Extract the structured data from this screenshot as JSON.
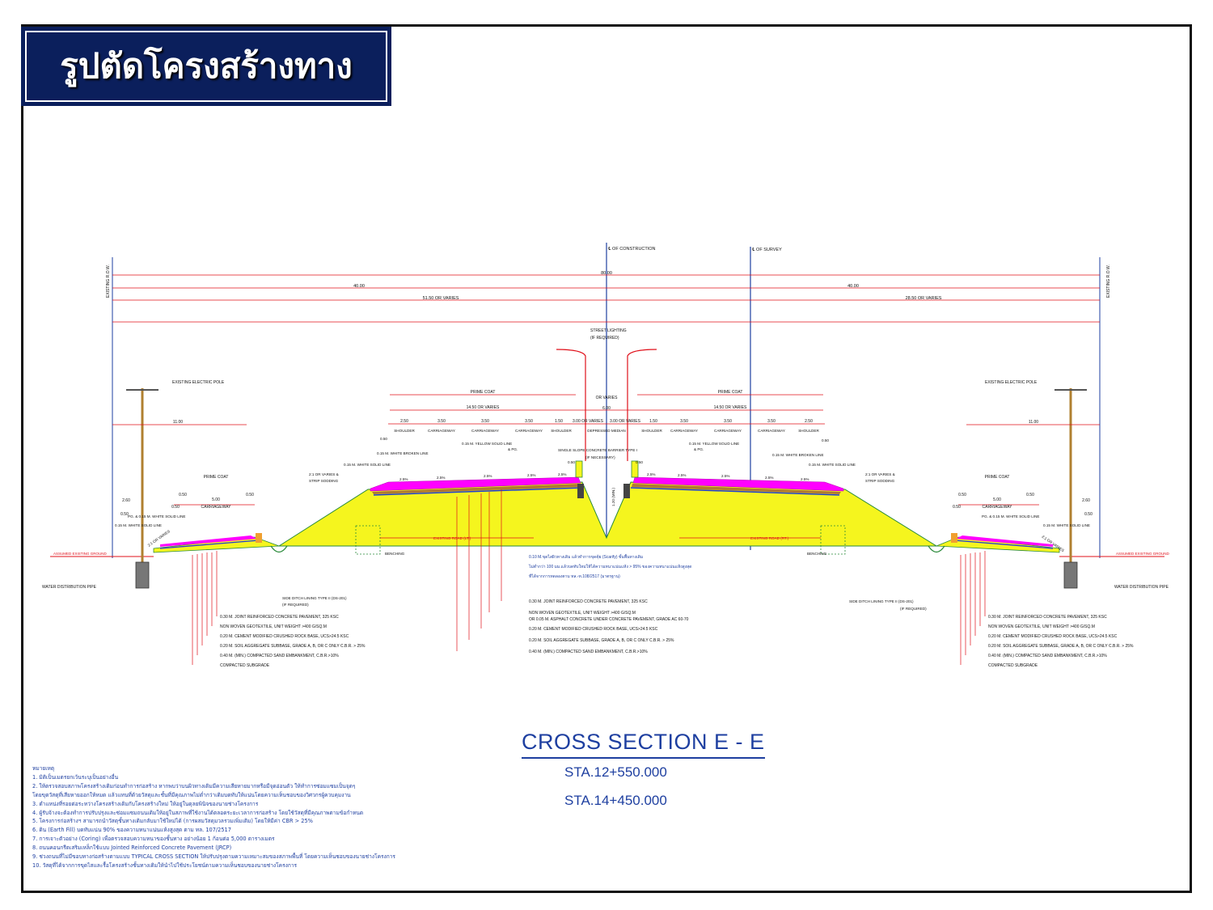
{
  "title": "รูปตัดโครงสร้างทาง",
  "section": {
    "name": "CROSS SECTION E - E",
    "stations": [
      "STA.12+550.000",
      "STA.14+450.000"
    ]
  },
  "centerlines": {
    "construction": "℄ OF CONSTRUCTION",
    "survey": "℄ OF SURVEY"
  },
  "row_label": "EXISTING R.O.W.",
  "dimensions": {
    "total": "80.00",
    "left_half": "40.00",
    "right_half": "40.00",
    "left_varies": "51.50 OR VARIES",
    "right_varies": "28.50 OR VARIES",
    "frontage": "11.00",
    "fr_carriageway": "5.00",
    "fr_shoulder": "0.50",
    "fr_edge": "2.60",
    "main_width": "14.50 OR VARIES",
    "median": "6.00",
    "median_half": "3.00 OR VARIES",
    "or_varies": "OR VARIES",
    "lane": "3.50",
    "shoulder": "2.50",
    "inner_shoulder": "1.50",
    "offset": "0.50",
    "median_depth": "1.20 (MIN.)"
  },
  "labels": {
    "prime_coat": "PRIME COAT",
    "shoulder": "SHOULDER",
    "carriageway": "CARRIAGEWAY",
    "depressed_median": "DEPRESSED MEDIAN",
    "street_lighting": "STREET LIGHTING",
    "if_required": "(IF REQUIRED)",
    "barrier": "SINGLE SLOPE CONCRETE BARRIER TYPE I",
    "if_necessary": "(IF NECESSARY)",
    "yellow_line": "0.15 M. YELLOW SOLID LINE",
    "pg": "& PG.",
    "white_broken": "0.15 M. WHITE BROKEN LINE",
    "white_solid": "0.15 M. WHITE SOLID LINE",
    "sodding": "2:1 OR VARIES &",
    "strip_sodding": "STRIP SODDING",
    "pg_white": "PG. & 0.15 M. WHITE SOLID LINE",
    "slope": "2:1 OR VARIES",
    "existing_pole": "EXISTING ELECTRIC POLE",
    "ground": "ASSUMED EXISTING GROUND",
    "water_pipe": "WATER DISTRIBUTION PIPE",
    "existing_road_lt": "EXISTING ROAD (LT.)",
    "existing_road_rt": "EXISTING ROAD (RT.)",
    "benching": "BENCHING",
    "side_ditch": "SIDE DITCH LINING TYPE II (DS-201)",
    "cross_slope": "2.5%",
    "scarify_1": "0.10 M.ขุดไสผิวทางเดิม แล้วทำการขุดคุ้ย (Scarify) ชั้นพื้นทางเดิม",
    "scarify_2": "ไม่ต่ำกว่า 100 มม.แล้วบดทับใหม่ให้ได้ความหนาแน่นแห้ง > 95% ของความหนาแน่นแห้งสูงสุด",
    "scarify_3": "ที่ได้จากการทดลองตาม ทล.-ท.108/2517 (มาตรฐาน)"
  },
  "layers": [
    "0.30 M. JOINT REINFORCED CONCRETE PAVEMENT, 325 KSC",
    "NON WOVEN GEOTEXTILE, UNIT WEIGHT >400 G/SQ.M",
    "0.20 M. CEMENT MODIFIED CRUSHED ROCK BASE, UCS>24.5 KSC",
    "0.20 M. SOIL AGGREGATE SUBBASE, GRADE A, B, OR C ONLY  C.B.R. > 25%",
    "0.40 M. (MIN.) COMPACTED SAND EMBANKMENT, C.B.R.>10%",
    "COMPACTED SUBGRADE"
  ],
  "center_layers": [
    "0.30 M. JOINT REINFORCED CONCRETE PAVEMENT, 325 KSC",
    "NON WOVEN GEOTEXTILE, UNIT WEIGHT >400 G/SQ.M",
    "OR 0.05 M. ASPHALT CONCRETE UNDER CONCRETE PAVEMENT, GRADE AC 60-70",
    "0.20 M. CEMENT MODIFIED CRUSHED ROCK BASE, UCS>24.5 KSC",
    "0.20 M. SOIL AGGREGATE SUBBASE, GRADE A, B, OR C ONLY  C.B.R. > 25%",
    "0.40 M. (MIN.) COMPACTED SAND EMBANKMENT, C.B.R.>10%"
  ],
  "notes": {
    "heading": "หมายเหตุ",
    "items": [
      "1. มิติเป็นเมตรยกเว้นระบุเป็นอย่างอื่น",
      "2. ให้ตรวจสอบสภาพโครงสร้างเดิมก่อนทำการก่อสร้าง หากพบว่าบนผิวทางเดิมมีความเสียหายมากหรือมีจุดอ่อนตัว ให้ทำการซ่อมแซมเป็นจุดๆ",
      "   โดยขุดวัสดุที่เสียหายออกให้หมด แล้วแทนที่ด้วยวัสดุและชั้นที่มีคุณภาพไม่ต่ำกว่าเดิมบดทับให้แน่นโดยความเห็นชอบของวิศวกรผู้ควบคุมงาน",
      "3. ตำแหน่งที่รอยต่อระหว่างโครงสร้างเดิมกับโครงสร้างใหม่ ให้อยู่ในดุลยพินิจของนายช่างโครงการ",
      "4. ผู้รับจ้างจะต้องทำการปรับปรุงและซ่อมแซมถนนเดิมให้อยู่ในสภาพที่ใช้งานได้ตลอดระยะเวลาการก่อสร้าง โดยใช้วัสดุที่มีคุณภาพตามข้อกำหนด",
      "5. โครงการก่อสร้างฯ สามารถนำวัสดุชั้นทางเดิมกลับมาใช้ใหม่ได้ (การผสมวัสดุมวลรวมเพิ่มเติม) โดยให้มีค่า CBR > 25%",
      "6. ดิน (Earth Fill) บดทับแน่น 90% ของความหนาแน่นแห้งสูงสุด ตาม ทล. 107/2517",
      "7. การเจาะตัวอย่าง (Coring) เพื่อตรวจสอบความหนาของชั้นทาง อย่างน้อย 1 ก้อนต่อ 5,000 ตารางเมตร",
      "8. ถนนคอนกรีตเสริมเหล็กใช้แบบ Jointed Reinforced Concrete Pavement (JRCP)",
      "9. ช่วงถนนที่ไม่มีขอบทางก่อสร้างตามแบบ TYPICAL CROSS SECTION ให้ปรับปรุงตามความเหมาะสมของสภาพพื้นที่ โดยความเห็นชอบของนายช่างโครงการ",
      "10. วัสดุที่ได้จากการขุดไสและรื้อโครงสร้างชั้นทางเดิมให้นำไปใช้ประโยชน์ตามความเห็นชอบของนายช่างโครงการ"
    ]
  },
  "colors": {
    "title_bg": "#0b1f5c",
    "fill": "#f5f51e",
    "outline": "#2a8a3a",
    "dimension": "#e0101a",
    "text": "#1e3fa0",
    "centerline": "#1e3fa0",
    "surface": "#ff00ff",
    "base": "#b07a30"
  }
}
